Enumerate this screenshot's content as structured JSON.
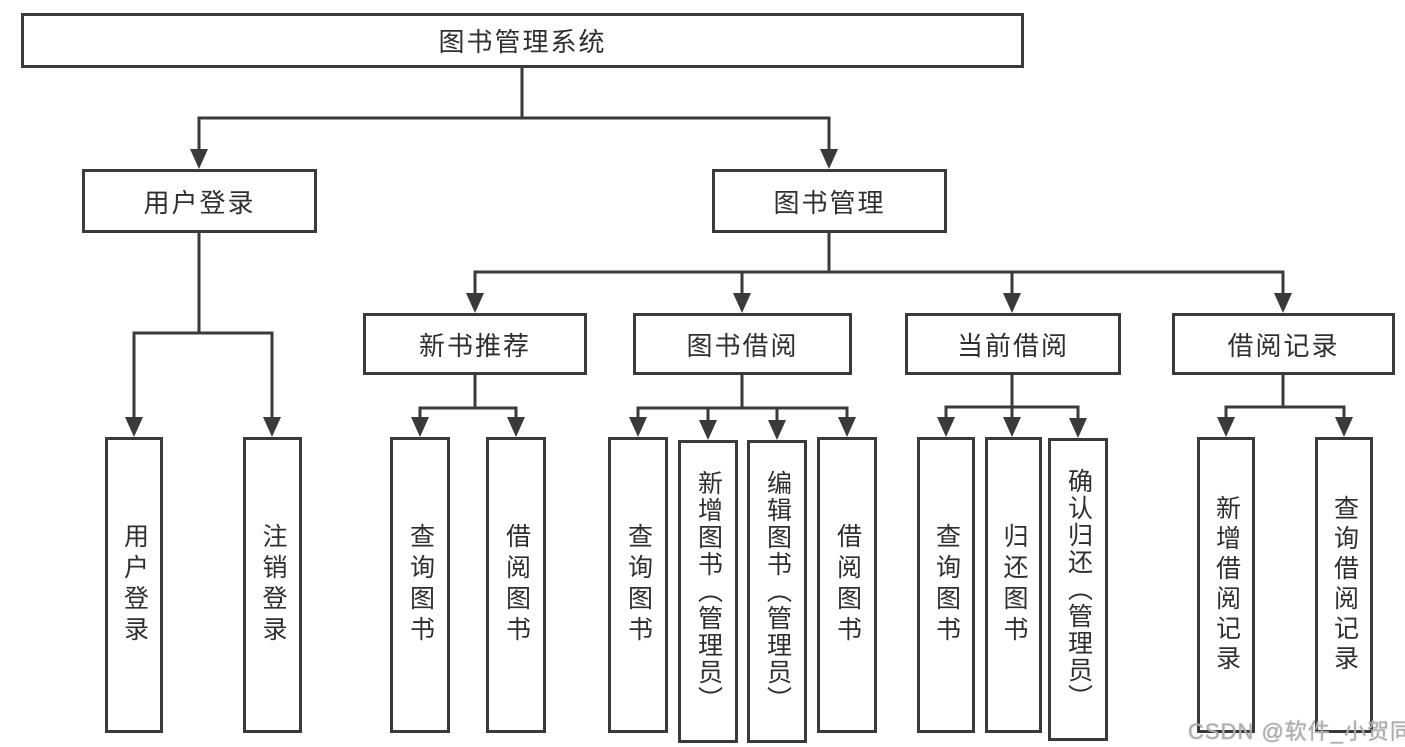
{
  "nodes": {
    "root": "图书管理系统",
    "user_login": "用户登录",
    "book_mgmt": "图书管理",
    "new_book_rec": "新书推荐",
    "book_borrow": "图书借阅",
    "current_borrow": "当前借阅",
    "borrow_records": "借阅记录",
    "leaf_user_login": "用户登录",
    "leaf_logout": "注销登录",
    "leaf_query_books_newrec": "查询图书",
    "leaf_borrow_books_newrec": "借阅图书",
    "leaf_query_books_borrow": "查询图书",
    "leaf_add_books_admin": "新增图书（管理员）",
    "leaf_edit_books_admin": "编辑图书（管理员）",
    "leaf_borrow_books_borrow": "借阅图书",
    "leaf_query_books_current": "查询图书",
    "leaf_return_books": "归还图书",
    "leaf_confirm_return_admin": "确认归还（管理员）",
    "leaf_add_borrow_record": "新增借阅记录",
    "leaf_query_borrow_record": "查询借阅记录"
  },
  "watermark": "CSDN @软件_小贺同学",
  "colors": {
    "line": "#3a3a3a",
    "text": "#2f2f2f",
    "watermark": "#b0b0b0",
    "background": "#ffffff"
  }
}
